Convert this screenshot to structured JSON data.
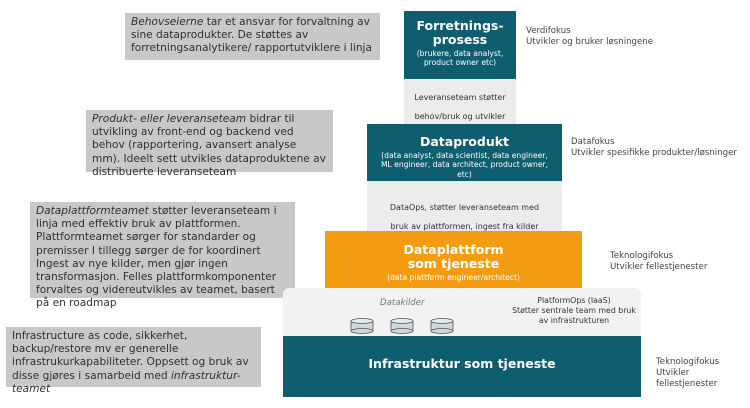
{
  "notes": [
    {
      "lead": "Behovseierne",
      "rest": " tar et ansvar for forvaltning av sine dataprodukter. De støttes av forretningsanalytikere/ rapportutviklere i linja"
    },
    {
      "lead": "Produkt- eller leveranseteam",
      "rest": " bidrar til utvikling av front-end og backend ved behov (rapportering, avansert analyse mm). Ideelt sett utvikles dataproduktene av distribuerte leveranseteam"
    },
    {
      "lead": "Dataplattformteamet",
      "rest": " støtter leveranseteam i linja med effektiv bruk av plattformen. Plattformteamet sørger for standarder og premisser I tillegg sørger de for koordinert Ingest av nye kilder, men gjør ingen transformasjon. Felles plattformkomponenter forvaltes og videreutvikles av teamet, basert på en roadmap"
    },
    {
      "pre": "Infrastructure as code, sikkerhet, backup/restore mv er generelle infrastrukurkapabiliteter. Oppsett og bruk av disse gjøres i samarbeid med ",
      "lead": "infrastruktur-teamet"
    }
  ],
  "layers": {
    "forretning": {
      "title": "Forretnings-\nprosess",
      "sub": "(brukere, data analyst, product owner etc)"
    },
    "leveranse_support": "Leveranseteam støtter behov/bruk og utvikler sammen med brukere",
    "dataprodukt": {
      "title": "Dataprodukt",
      "sub": "(data analyst, data scientist, data engineer, ML engineer, data architect, product owner, etc)"
    },
    "dataops": "DataOps, støtter leveranseteam med bruk av plattformen, ingest fra kilder",
    "plattform": {
      "title": "Dataplattform\nsom tjeneste",
      "sub": "(data plattform engineer/architect)"
    },
    "datakilder": "Datakilder",
    "platformops": "PlatformOps (IaaS)\nStøtter sentrale team med bruk av infrastrukturen",
    "infra": {
      "title": "Infrastruktur som tjeneste"
    }
  },
  "side_labels": [
    "Verdifokus\nUtvikler og bruker løsningene",
    "Datafokus\nUtvikler spesifikke produkter/løsninger",
    "Teknologifokus\nUtvikler fellestjenester",
    "Teknologifokus\nUtvikler fellestjenester"
  ],
  "colors": {
    "teal": "#0e5e6f",
    "orange": "#f39c12",
    "note_bg": "#c8c8c8",
    "light": "#ececec"
  }
}
